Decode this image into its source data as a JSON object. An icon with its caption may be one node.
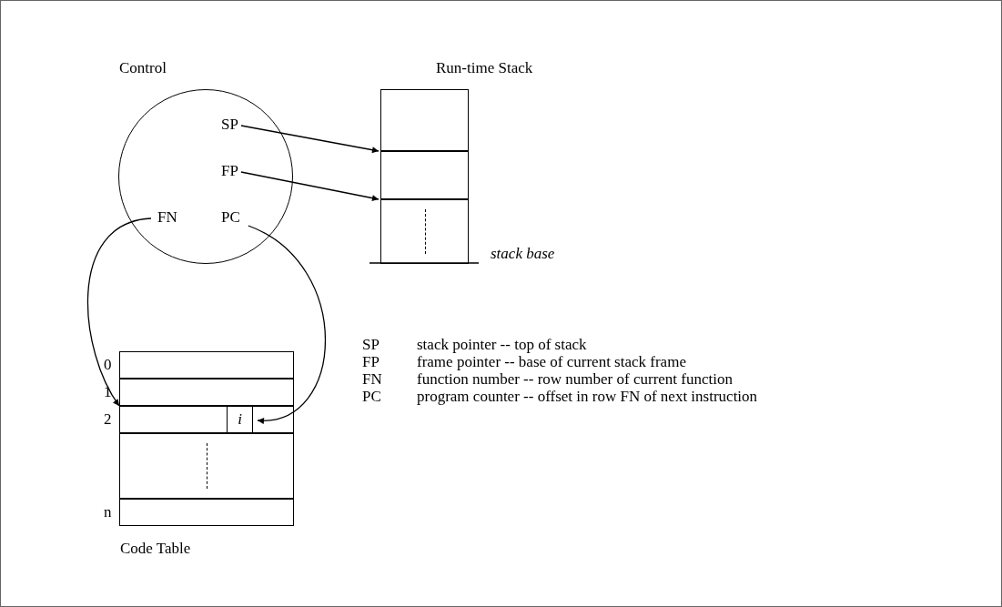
{
  "diagram": {
    "nodes": [
      {
        "text": [
          "Control"
        ]
      },
      {
        "text": [
          "SP"
        ],
        "in": 0
      },
      {
        "text": [
          "FP"
        ],
        "in": 0
      },
      {
        "text": [
          "FN"
        ],
        "in": 0
      },
      {
        "text": [
          "PC"
        ],
        "in": 0
      },
      {
        "text": [
          "Run-time Stack"
        ],
        "beside": [
          "stack base"
        ]
      },
      {
        "text": [],
        "shape": "box",
        "in": 5
      },
      {
        "text": [],
        "shape": "box",
        "in": 5
      },
      {
        "text": [],
        "shape": "box",
        "in": 5
      },
      {
        "text": [
          "Code Table"
        ]
      },
      {
        "text": [],
        "shape": "box",
        "in": 9,
        "beside": [
          "0"
        ]
      },
      {
        "text": [],
        "shape": "box",
        "in": 9,
        "beside": [
          "1"
        ]
      },
      {
        "text": [],
        "shape": "box",
        "in": 9,
        "beside": [
          "2"
        ]
      },
      {
        "text": [
          "i"
        ],
        "in": 12
      },
      {
        "text": [],
        "shape": "box",
        "in": 9
      },
      {
        "text": [],
        "shape": "box",
        "in": 9,
        "beside": [
          "n"
        ]
      }
    ],
    "edges": [
      {
        "from": 1,
        "to": 7,
        "arrow": "to"
      },
      {
        "from": 2,
        "to": 8,
        "arrow": "to"
      },
      {
        "from": 3,
        "to": 12,
        "arrow": "to"
      },
      {
        "from": 4,
        "to": 13,
        "arrow": "to"
      }
    ],
    "labels": [
      "SP",
      "stack pointer -- top of stack",
      "FP",
      "frame pointer -- base of current stack frame",
      "FN",
      "function number -- row number of current function",
      "PC",
      "program counter -- offset in row FN of next instruction"
    ]
  }
}
